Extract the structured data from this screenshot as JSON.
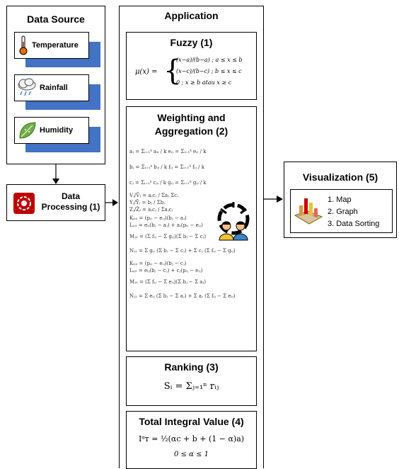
{
  "data_source": {
    "title": "Data Source",
    "items": [
      {
        "label": "Temperature",
        "icon": "thermometer-icon"
      },
      {
        "label": "Rainfall",
        "icon": "rain-cloud-icon"
      },
      {
        "label": "Humidity",
        "icon": "leaf-icon"
      }
    ]
  },
  "data_processing": {
    "label": "Data Processing (1)",
    "icon": "processing-icon"
  },
  "application": {
    "title": "Application",
    "fuzzy": {
      "title": "Fuzzy (1)",
      "lhs": "μ(x) =",
      "case1": "(x−a)/(b−a) ; a ≤ x ≤ b",
      "case2": "(x−c)/(b−c) ; b ≤ x ≤ c",
      "case3": "0 ; x ≥ b atau x ≥ c"
    },
    "weighting": {
      "title_line1": "Weighting and",
      "title_line2": "Aggregation (2)",
      "formulas": [
        "aⱼ = Σᵢ₌₁ᵏ aⱼᵢ / k        eᵢⱼ = Σᵢ₌₁ᵏ eᵢⱼ / k",
        "bⱼ = Σᵢ₌₁ᵏ bⱼᵢ / k        fᵢⱼ = Σᵢ₌₁ᵏ fᵢⱼ / k",
        "cⱼ = Σᵢ₌₁ᵏ cⱼᵢ / k        gᵢⱼ = Σᵢ₌₁ᵏ gᵢⱼ / k",
        "Vⱼ/V̄ⱼ = aⱼcⱼ / Σaⱼ Σcⱼ",
        "Yⱼ/Ȳⱼ = bⱼ / Σbⱼ",
        "Zⱼ/Z̄ⱼ = aⱼcⱼ / Σaⱼcⱼ",
        "Kᵢⱼ₁ = (pᵢⱼ − eᵢⱼ)(bⱼ − aⱼ)",
        "Lᵢⱼ₁ = eᵢⱼ(bⱼ − aⱼ) + aⱼ(pᵢⱼ − eᵢⱼ)",
        "Mⱼ₁ = (Σ fᵢⱼ − Σ gᵢⱼ)(Σ bⱼ − Σ cⱼ)",
        "Nⱼ₁ = Σ gᵢⱼ (Σ bⱼ − Σ cⱼ) + Σ cⱼ (Σ fᵢⱼ − Σ gᵢⱼ)",
        "Kᵢⱼ₂ = (pᵢⱼ − eᵢⱼ)(bⱼ − cⱼ)",
        "Lᵢⱼ₂ = eᵢⱼ(bⱼ − cⱼ) + cⱼ(pᵢⱼ − eᵢⱼ)",
        "Mⱼ₂ = (Σ fᵢⱼ − Σ eᵢⱼ)(Σ bⱼ − Σ aⱼ)",
        "Nⱼ₂ = Σ eᵢⱼ (Σ bⱼ − Σ aⱼ) + Σ aⱼ (Σ fᵢⱼ − Σ eᵢⱼ)"
      ],
      "icon": "people-network-icon"
    },
    "ranking": {
      "title": "Ranking (3)",
      "formula": "Sᵢ = Σⱼ₌₁ⁿ rᵢⱼ"
    },
    "total_integral": {
      "title": "Total Integral Value (4)",
      "formula": "Iᵅᴛ = ½(αc + b + (1 − α)a)",
      "constraint": "0 ≤ α ≤ 1"
    }
  },
  "visualization": {
    "title": "Visualization (5)",
    "icon": "chart-map-icon",
    "items": [
      "1. Map",
      "2. Graph",
      "3. Data Sorting"
    ]
  },
  "colors": {
    "shadow_blue": "#4472c4",
    "border": "#000000"
  }
}
